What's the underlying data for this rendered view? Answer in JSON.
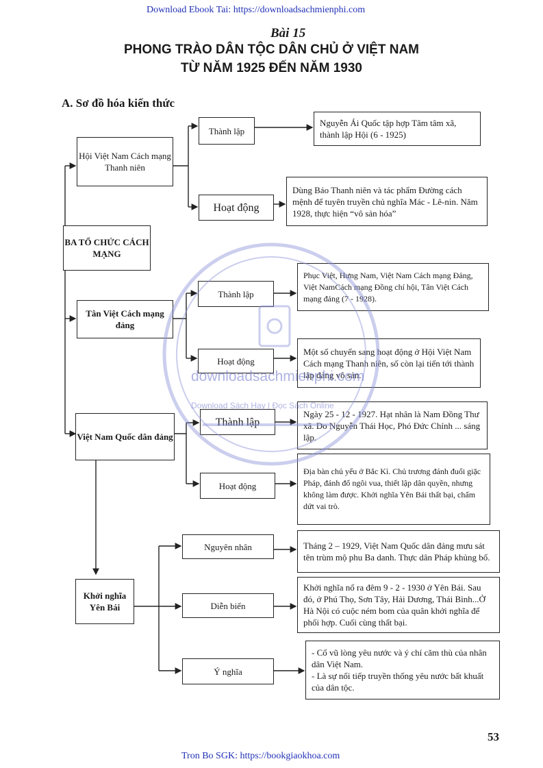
{
  "header_link": "Download Ebook Tai: https://downloadsachmienphi.com",
  "lesson": "Bài 15",
  "title_line1": "PHONG TRÀO DÂN TỘC DÂN CHỦ Ở VIỆT NAM",
  "title_line2": "TỪ NĂM 1925 ĐẾN NĂM 1930",
  "section_heading": "A. Sơ đồ hóa kiến thức",
  "root": "BA TỔ CHỨC CÁCH MẠNG",
  "org1": {
    "name": "Hội Việt Nam Cách mạng Thanh niên",
    "sub1": "Thành lập",
    "sub1_text": "Nguyễn Ái Quốc tập hợp Tâm tâm xã, thành lập Hội (6 - 1925)",
    "sub2": "Hoạt động",
    "sub2_text": "Dùng Báo Thanh niên và tác phẩm Đường cách mệnh để tuyên truyền chủ nghĩa Mác - Lê-nin. Năm 1928, thực hiện “vô sản hóa”"
  },
  "org2": {
    "name": "Tân Việt Cách mạng đảng",
    "sub1": "Thành lập",
    "sub1_text": "Phục Việt, Hưng Nam, Việt Nam Cách mạng Đảng, Việt NamCách mạng Đồng chí hội, Tân Việt Cách mạng đảng (7 - 1928).",
    "sub2": "Hoạt động",
    "sub2_text": "Một số chuyển sang hoạt động ở Hội Việt Nam Cách mạng Thanh niên, số còn lại tiến tới thành lập đảng vô sản."
  },
  "org3": {
    "name": "Việt Nam Quốc dân đảng",
    "sub1": "Thành lập",
    "sub1_text": "Ngày 25 - 12 - 1927. Hạt nhân là Nam Đồng Thư xã. Do Nguyễn Thái Học, Phó Đức Chính ... sáng lập.",
    "sub2": "Hoạt động",
    "sub2_text": "Địa bàn chủ yếu ở Bắc Kì. Chủ trương đánh đuổi giặc Pháp, đánh đổ ngôi vua, thiết lập dân quyền, nhưng không làm được. Khởi nghĩa Yên Bái thất bại, chấm dứt vai trò."
  },
  "uprising": {
    "name": "Khởi nghĩa Yên Bái",
    "cause": "Nguyên nhân",
    "cause_text": "Tháng 2 – 1929, Việt Nam Quốc dân đảng mưu sát tên trùm mộ phu Ba danh. Thực dân Pháp khủng bố.",
    "events": "Diễn biến",
    "events_text": "Khởi nghĩa nổ ra đêm 9 - 2 - 1930 ở Yên Bái. Sau đó, ở Phú Thọ, Sơn Tây, Hải Dương, Thái Bình...Ở Hà Nội có cuộc ném bom của quân khởi nghĩa để phối hợp. Cuối cùng thất bại.",
    "meaning": "Ý nghĩa",
    "meaning_line1": "- Cổ vũ lòng yêu nước và ý chí căm thù của nhân dân Việt Nam.",
    "meaning_line2": "- Là sự nối tiếp truyền thống yêu nước bất khuất của dân tộc."
  },
  "watermark_site": "downloadsachmienphi.com",
  "watermark_tagline": "Download Sách Hay | Đọc Sách Online",
  "page_number": "53",
  "footer_link": "Tron Bo SGK: https://bookgiaokhoa.com"
}
